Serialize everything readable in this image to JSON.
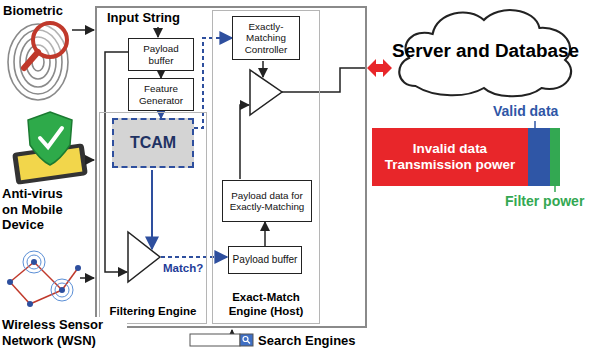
{
  "diagram": {
    "nodes": [
      {
        "text": [
          "Input String"
        ]
      },
      {
        "text": [
          "Filtering Engine"
        ],
        "in": 0
      },
      {
        "text": [
          "Payload buffer"
        ],
        "in": 0
      },
      {
        "text": [
          "Feature Generator"
        ],
        "in": 0
      },
      {
        "text": [
          "TCAM"
        ],
        "in": 1
      },
      {
        "text": [
          "Exact-Match Engine (Host)"
        ],
        "in": 0
      },
      {
        "text": [
          "Exactly-Matching Controller"
        ],
        "in": 5
      },
      {
        "text": [
          "Payload data for Exactly-Matching"
        ],
        "in": 5
      },
      {
        "text": [
          "Payload buffer"
        ],
        "in": 5
      },
      {
        "text": [
          "Server and Database"
        ]
      },
      {
        "text": [
          "Invalid data Transmission power"
        ]
      }
    ],
    "edges": [
      {
        "from": 2,
        "to": 3,
        "arrow": "to"
      },
      {
        "from": 3,
        "to": 4,
        "arrow": "to"
      },
      {
        "from": 4,
        "to": 6,
        "arrow": "to"
      },
      {
        "from": 8,
        "to": 7,
        "arrow": "to"
      },
      {
        "from": 0,
        "to": 9,
        "arrow": "both"
      }
    ],
    "labels": [
      "Biometric",
      "Anti-virus on Mobile Device",
      "Wireless Sensor Network (WSN)",
      "Search Engines",
      "Match?",
      "Valid data",
      "Filter power"
    ]
  }
}
